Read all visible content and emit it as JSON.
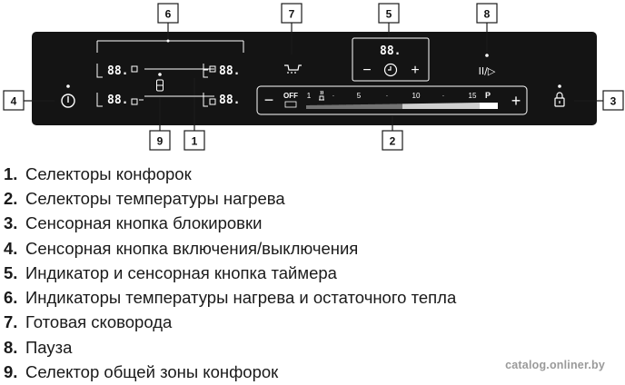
{
  "callouts": [
    "1",
    "2",
    "3",
    "4",
    "5",
    "6",
    "7",
    "8",
    "9"
  ],
  "panel": {
    "zone_display": "88.",
    "timer_display": "88.",
    "timer_minus": "−",
    "timer_plus": "+",
    "slider_minus": "−",
    "slider_plus": "+",
    "slider_off": "OFF",
    "slider_marks": [
      "1",
      "·",
      "5",
      "·",
      "10",
      "·",
      "15",
      "P"
    ],
    "pause_symbol": "II/▷"
  },
  "legend": [
    {
      "num": "1.",
      "text": "Селекторы конфорок"
    },
    {
      "num": "2.",
      "text": "Селекторы температуры нагрева"
    },
    {
      "num": "3.",
      "text": "Сенсорная кнопка блокировки"
    },
    {
      "num": "4.",
      "text": "Сенсорная кнопка включения/выключения"
    },
    {
      "num": "5.",
      "text": "Индикатор и сенсорная кнопка таймера"
    },
    {
      "num": "6.",
      "text": "Индикаторы температуры нагрева и остаточного тепла"
    },
    {
      "num": "7.",
      "text": "Готовая сковорода"
    },
    {
      "num": "8.",
      "text": "Пауза"
    },
    {
      "num": "9.",
      "text": "Селектор общей зоны конфорок"
    }
  ],
  "watermark": "catalog.onliner.by",
  "colors": {
    "panel": "#141414",
    "panel_text": "#ffffff",
    "callout_bg": "#ffffff",
    "callout_border": "#1a1a1a"
  }
}
